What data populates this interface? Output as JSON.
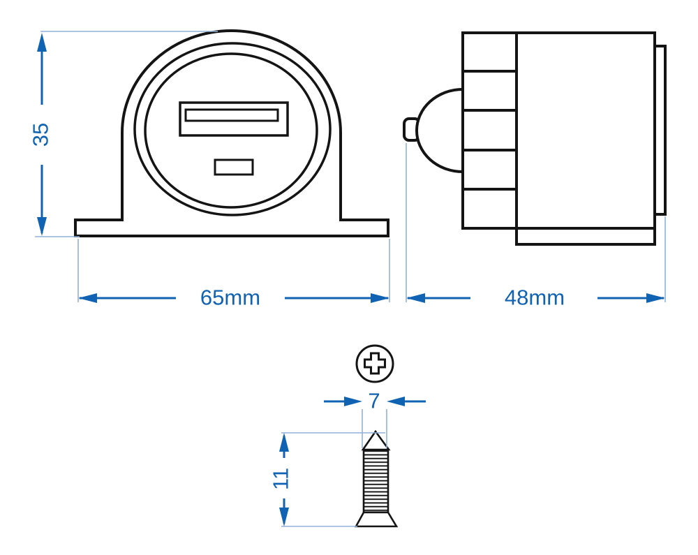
{
  "drawing": {
    "kind": "technical-dimension-drawing",
    "views": {
      "front": {
        "height_label": "35",
        "width_label": "65mm"
      },
      "side": {
        "depth_label": "48mm"
      },
      "screw": {
        "diameter_label": "7",
        "length_label": "11"
      }
    },
    "colors": {
      "outline": "#141414",
      "dimension_blue": "#1063b2",
      "extension_blue": "#8fb2d9",
      "background": "#ffffff"
    }
  }
}
